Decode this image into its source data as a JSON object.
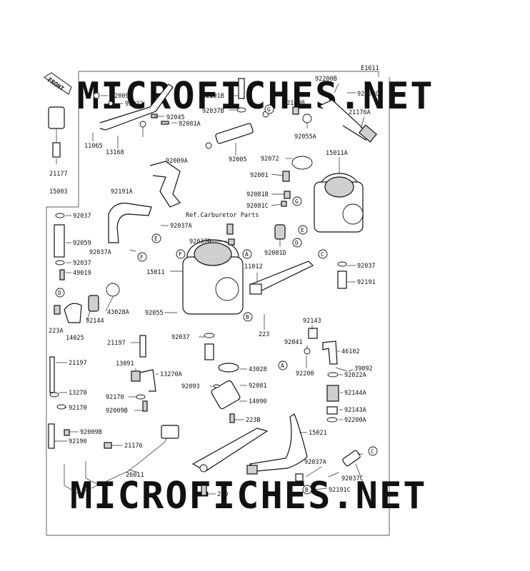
{
  "diagram_code": "E1611",
  "watermark": "MICROFICHES.NET",
  "front_label": "FRONT",
  "ref_note": "Ref.Carburetor Parts",
  "circle_markers": [
    "A",
    "B",
    "C",
    "D",
    "E",
    "F",
    "G"
  ],
  "parts": [
    "92200B",
    "92009C",
    "21176A",
    "92009",
    "92022",
    "92045",
    "92081A",
    "11065",
    "13168",
    "92191B",
    "92037B",
    "92143B",
    "92055A",
    "92005",
    "92072",
    "15011A",
    "92009A",
    "92001",
    "92081B",
    "92081C",
    "21177",
    "15003",
    "92191A",
    "92037",
    "92037A",
    "92059",
    "92037D",
    "92081D",
    "15011",
    "11012",
    "49019",
    "43028A",
    "92144",
    "92055",
    "223A",
    "14025",
    "92191",
    "223",
    "92143",
    "21197",
    "13091",
    "13270A",
    "13270",
    "92170",
    "92009B",
    "92041",
    "46102",
    "43028",
    "92200",
    "92022A",
    "39092",
    "92093",
    "92081",
    "92144A",
    "14090",
    "92143A",
    "92200A",
    "223B",
    "92190",
    "21176",
    "15021",
    "26011",
    "220",
    "92191C",
    "92037C"
  ]
}
